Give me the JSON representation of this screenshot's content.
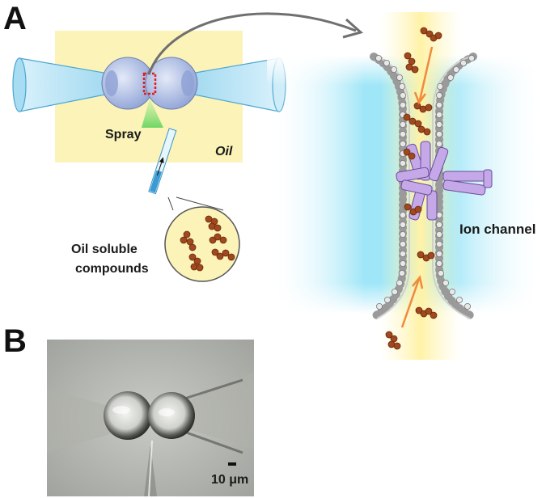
{
  "panels": {
    "a": {
      "letter": "A"
    },
    "b": {
      "letter": "B"
    }
  },
  "labels": {
    "spray": "Spray",
    "oil": "Oil",
    "compounds_line1": "Oil soluble",
    "compounds_line2": "compounds",
    "ion_channel": "Ion channel",
    "scale_bar": "10 μm"
  },
  "colors": {
    "oil_box": "#fbf3b8",
    "pipette": "#bfe6f7",
    "droplet": "#b9c6e8",
    "compound": "#a0481e",
    "channel": "#c4a8e8",
    "arrow_orange": "#f08a3c",
    "membrane_glow": "#7fdcf5"
  }
}
